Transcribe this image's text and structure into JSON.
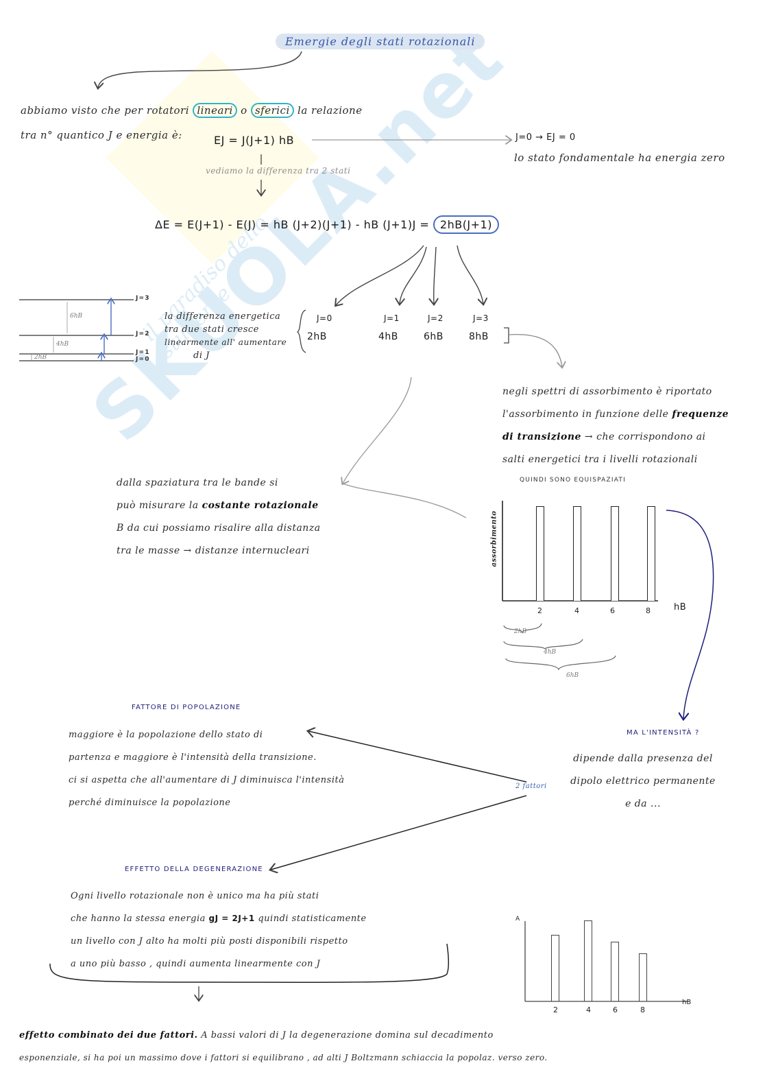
{
  "title": "Emergie degli stati rotazionali",
  "intro": {
    "line1_pre": "abbiamo visto che per rotatori",
    "circled1": "lineari",
    "connector": "o",
    "circled2": "sferici",
    "line1_post": "la relazione",
    "line2": "tra n° quantico J e energia è:",
    "formula": "EJ = J(J+1) hB"
  },
  "ground_state": {
    "formula": "J=0  →  EJ = 0",
    "note": "lo stato fondamentale ha energia zero"
  },
  "difference_note": "vediamo la differenza tra 2 stati",
  "delta_formula": {
    "lhs": "ΔE = E(J+1) - E(J) = hB (J+2)(J+1) - hB (J+1)J =",
    "result": "2hB(J+1)"
  },
  "level_diagram": {
    "levels": [
      "J=3",
      "J=2",
      "J=1",
      "J=0"
    ],
    "gaps": [
      "6hB",
      "4hB",
      "2hB"
    ]
  },
  "linear_note": {
    "lines": [
      "la differenza energetica",
      "tra due stati cresce",
      "linearmente all' aumentare",
      "di J"
    ]
  },
  "transitions": {
    "j_values": [
      "J=0",
      "J=1",
      "J=2",
      "J=3"
    ],
    "energies": [
      "2hB",
      "4hB",
      "6hB",
      "8hB"
    ]
  },
  "spectra_note": {
    "lines": [
      "negli spettri di assorbimento è riportato",
      "l'assorbimento in funzione delle",
      "di transizione",
      "→ che corrispondono ai",
      "salti energetici tra i livelli rotazionali"
    ],
    "bold_word": "frequenze",
    "equispaced": "QUINDI SONO EQUISPAZIATI"
  },
  "band_spacing_note": {
    "lines": [
      "dalla spaziatura tra le bande si",
      "può misurare la",
      "B da cui possiamo risalire alla distanza",
      "tra le masse → distanze internucleari"
    ],
    "bold_phrase": "costante rotazionale"
  },
  "chart_data": [
    {
      "type": "bar",
      "title": "",
      "xlabel": "hB",
      "ylabel": "assorbimento",
      "categories": [
        "2",
        "4",
        "6",
        "8"
      ],
      "values": [
        1,
        1,
        1,
        1
      ],
      "ylim": [
        0,
        1.1
      ],
      "grid": false,
      "annotations": [
        "2hB",
        "4hB",
        "6hB"
      ]
    },
    {
      "type": "bar",
      "title": "",
      "xlabel": "hB",
      "ylabel": "A",
      "categories": [
        "2",
        "4",
        "6",
        "8"
      ],
      "values": [
        0.8,
        1.0,
        0.7,
        0.55
      ],
      "ylim": [
        0,
        1.1
      ],
      "grid": false
    }
  ],
  "intensity": {
    "question": "MA L'INTENSITÀ ?",
    "lines": [
      "dipende dalla presenza del",
      "dipolo elettrico permanente",
      "e da ..."
    ],
    "factors_label": "2 fattori"
  },
  "population": {
    "heading": "FATTORE DI POPOLAZIONE",
    "lines": [
      "maggiore è la popolazione dello stato di",
      "partenza e maggiore è l'intensità della transizione.",
      "ci si aspetta che all'aumentare di J diminuisca l'intensità",
      "perché diminuisce la popolazione"
    ]
  },
  "degeneration": {
    "heading": "EFFETTO DELLA DEGENERAZIONE",
    "lines": [
      "Ogni livello rotazionale non è unico ma ha più stati",
      "che hanno la stessa energia",
      "quindi statisticamente",
      "un livello con J alto ha molti più posti disponibili rispetto",
      "a uno più basso , quindi aumenta linearmente con J"
    ],
    "formula": "gJ = 2J+1"
  },
  "conclusion": {
    "bold": "effetto combinato dei due fattori.",
    "line1": "A bassi valori di J la degenerazione domina sul decadimento",
    "line2": "esponenziale, si ha poi un massimo dove i fattori si equilibrano , ad alti J Boltzmann schiaccia la popolaz. verso zero."
  },
  "watermark": {
    "brand": "SKUOLA.net",
    "tagline": "il paradiso dello studente"
  }
}
